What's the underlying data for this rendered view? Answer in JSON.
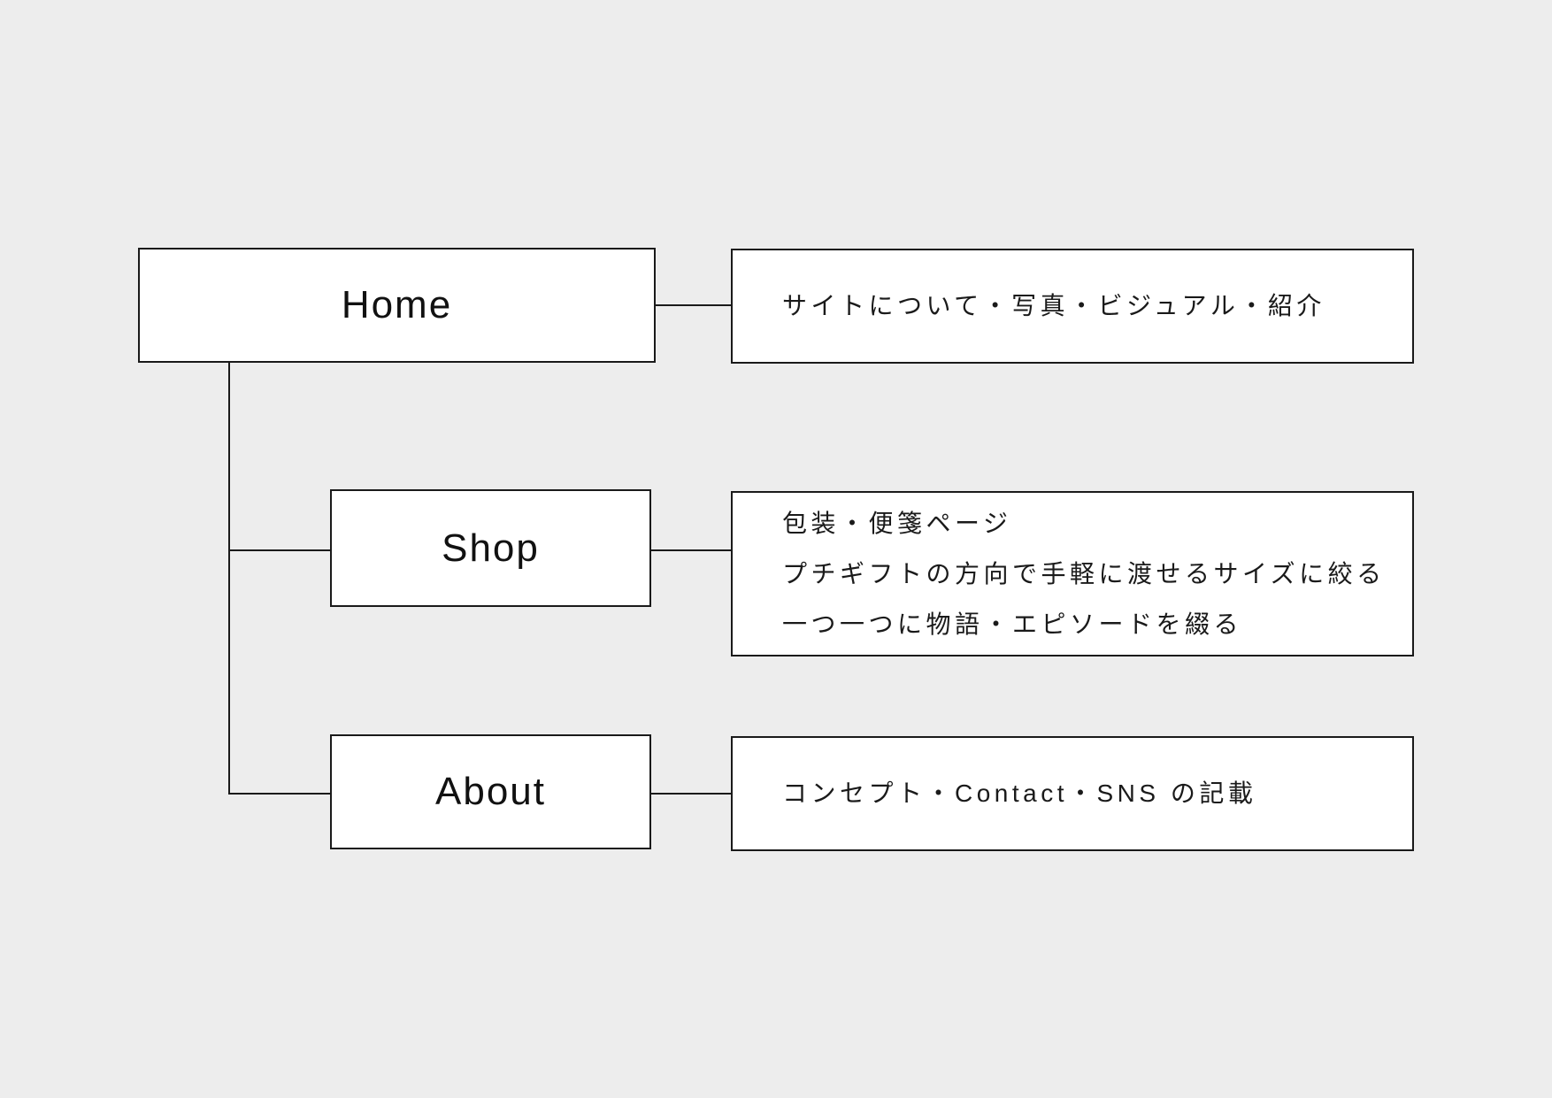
{
  "diagram": {
    "background_color": "#ededed",
    "box_fill_color": "#ffffff",
    "line_color": "#1a1a1a",
    "nodes": {
      "home": {
        "label": "Home",
        "description": "サイトについて・写真・ビジュアル・紹介"
      },
      "shop": {
        "label": "Shop",
        "description_lines": [
          "包装・便箋ページ",
          "プチギフトの方向で手軽に渡せるサイズに絞る",
          "一つ一つに物語・エピソードを綴る"
        ]
      },
      "about": {
        "label": "About",
        "description": "コンセプト・Contact・SNS の記載"
      }
    }
  }
}
